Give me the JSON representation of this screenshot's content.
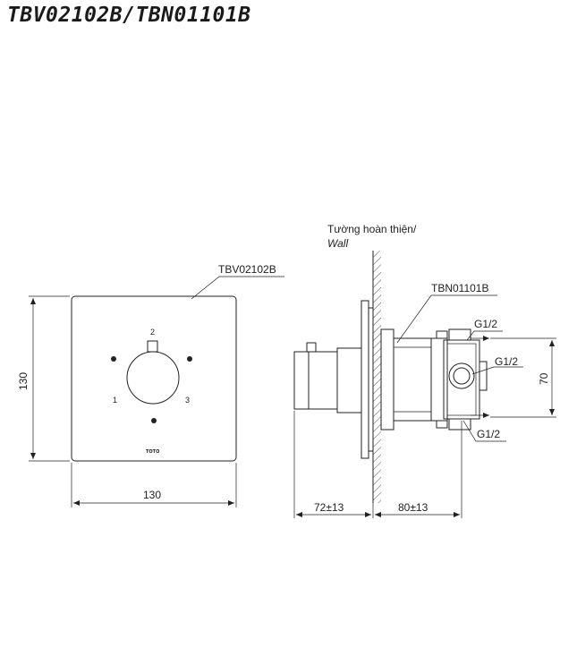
{
  "title": "TBV02102B/TBN01101B",
  "front_view": {
    "callout": "TBV02102B",
    "width_dim": "130",
    "height_dim": "130",
    "pos1": "1",
    "pos2": "2",
    "pos3": "3",
    "brand": "TOTO"
  },
  "side_view": {
    "wall_label_vn": "Tường hoàn thiện/",
    "wall_label_en": "Wall",
    "callout": "TBN01101B",
    "port_top": "G1/2",
    "port_mid": "G1/2",
    "port_bottom": "G1/2",
    "height_dim": "70",
    "dim_left": "72±13",
    "dim_right": "80±13"
  }
}
